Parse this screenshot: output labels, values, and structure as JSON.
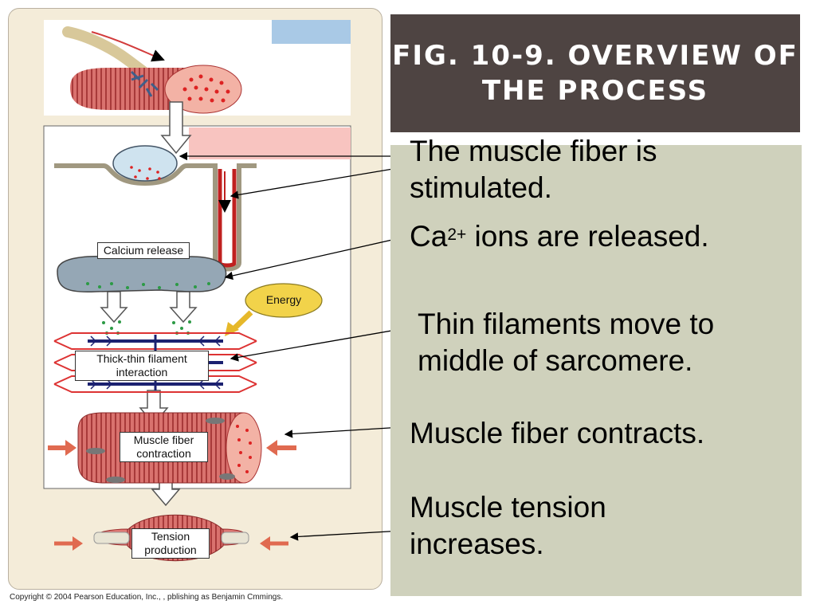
{
  "title": "FIG. 10-9.  OVERVIEW OF THE PROCESS",
  "steps": {
    "stimulated": "The muscle fiber is stimulated.",
    "calcium_prefix": "Ca",
    "calcium_sup": "2+",
    "calcium_suffix": " ions are released.",
    "thin_filaments": "Thin filaments move to middle of sarcomere.",
    "contracts": "Muscle fiber contracts.",
    "tension": "Muscle tension increases."
  },
  "diagram_labels": {
    "calcium_release": "Calcium release",
    "energy": "Energy",
    "thick_thin": "Thick-thin filament interaction",
    "fiber_contraction": "Muscle fiber contraction",
    "tension_production": "Tension production"
  },
  "copyright": "Copyright © 2004 Pearson Education, Inc., , pblishing as Benjamin Cmmings.",
  "colors": {
    "title_bg": "#4e4442",
    "text_panel_bg": "#cfd1bc",
    "muscle_red": "#c9494a",
    "energy_yellow": "#f2d34a",
    "nerve_blue": "#4a6fa5"
  }
}
